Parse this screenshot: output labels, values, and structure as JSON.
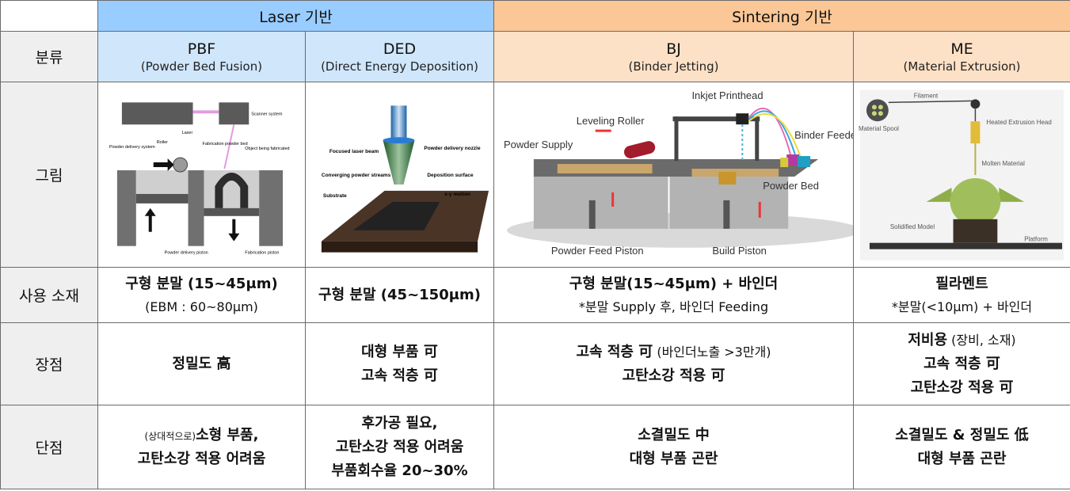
{
  "groups": {
    "laser": "Laser 기반",
    "sintering": "Sintering 기반"
  },
  "row_labels": {
    "category": "분류",
    "figure": "그림",
    "material": "사용 소재",
    "pros": "장점",
    "cons": "단점"
  },
  "categories": [
    {
      "abbr": "PBF",
      "full": "(Powder Bed Fusion)"
    },
    {
      "abbr": "DED",
      "full": "(Direct Energy Deposition)"
    },
    {
      "abbr": "BJ",
      "full": "(Binder Jetting)"
    },
    {
      "abbr": "ME",
      "full": "(Material Extrusion)"
    }
  ],
  "figures": {
    "pbf": {
      "scanner": "Scanner system",
      "laser": "Laser",
      "roller": "Roller",
      "powder_delivery": "Powder delivery system",
      "fab_bed": "Fabrication powder bed",
      "object": "Object being fabricated",
      "delivery_piston": "Powder delivery piston",
      "fab_piston": "Fabrication piston"
    },
    "ded": {
      "focused": "Focused laser beam",
      "nozzle": "Powder delivery nozzle",
      "converging": "Converging powder streams",
      "deposition": "Deposition surface",
      "substrate": "Substrate",
      "xy": "x-y motion"
    },
    "bj": {
      "leveling": "Leveling Roller",
      "inkjet": "Inkjet Printhead",
      "powder_supply": "Powder Supply",
      "binder": "Binder Feeders",
      "powder_bed": "Powder Bed",
      "feed_piston": "Powder Feed Piston",
      "build_piston": "Build Piston"
    },
    "me": {
      "filament": "Filament",
      "spool": "Material Spool",
      "heated": "Heated Extrusion Head",
      "molten": "Molten Material",
      "solidified": "Solidified Model",
      "platform": "Platform"
    }
  },
  "material": {
    "pbf_line1": "구형 분말 (15~45μm)",
    "pbf_line2": "(EBM : 60~80μm)",
    "ded_line1": "구형 분말 (45~150μm)",
    "bj_line1": "구형 분말(15~45μm) + 바인더",
    "bj_line2": "*분말 Supply 후, 바인더 Feeding",
    "me_line1": "필라멘트",
    "me_line2": "*분말(<10μm) + 바인더"
  },
  "pros": {
    "pbf_line1": "정밀도 高",
    "ded_line1": "대형 부품 可",
    "ded_line2": "고속 적층 可",
    "bj_line1_bold": "고속 적층 可",
    "bj_line1_normal": " (바인더노출 >3만개)",
    "bj_line2": "고탄소강 적용 可",
    "me_line1_bold": "저비용",
    "me_line1_normal": " (장비, 소재)",
    "me_line2": "고속 적층 可",
    "me_line3": "고탄소강 적용 可"
  },
  "cons": {
    "pbf_line1_small": "(상대적으로)",
    "pbf_line1_bold": "소형 부품,",
    "pbf_line2": "고탄소강 적용 어려움",
    "ded_line1": "후가공 필요,",
    "ded_line2": "고탄소강 적용 어려움",
    "ded_line3": "부품회수율 20~30%",
    "bj_line1": "소결밀도 中",
    "bj_line2": "대형 부품 곤란",
    "me_line1": "소결밀도 & 정밀도 低",
    "me_line2": "대형 부품 곤란"
  }
}
